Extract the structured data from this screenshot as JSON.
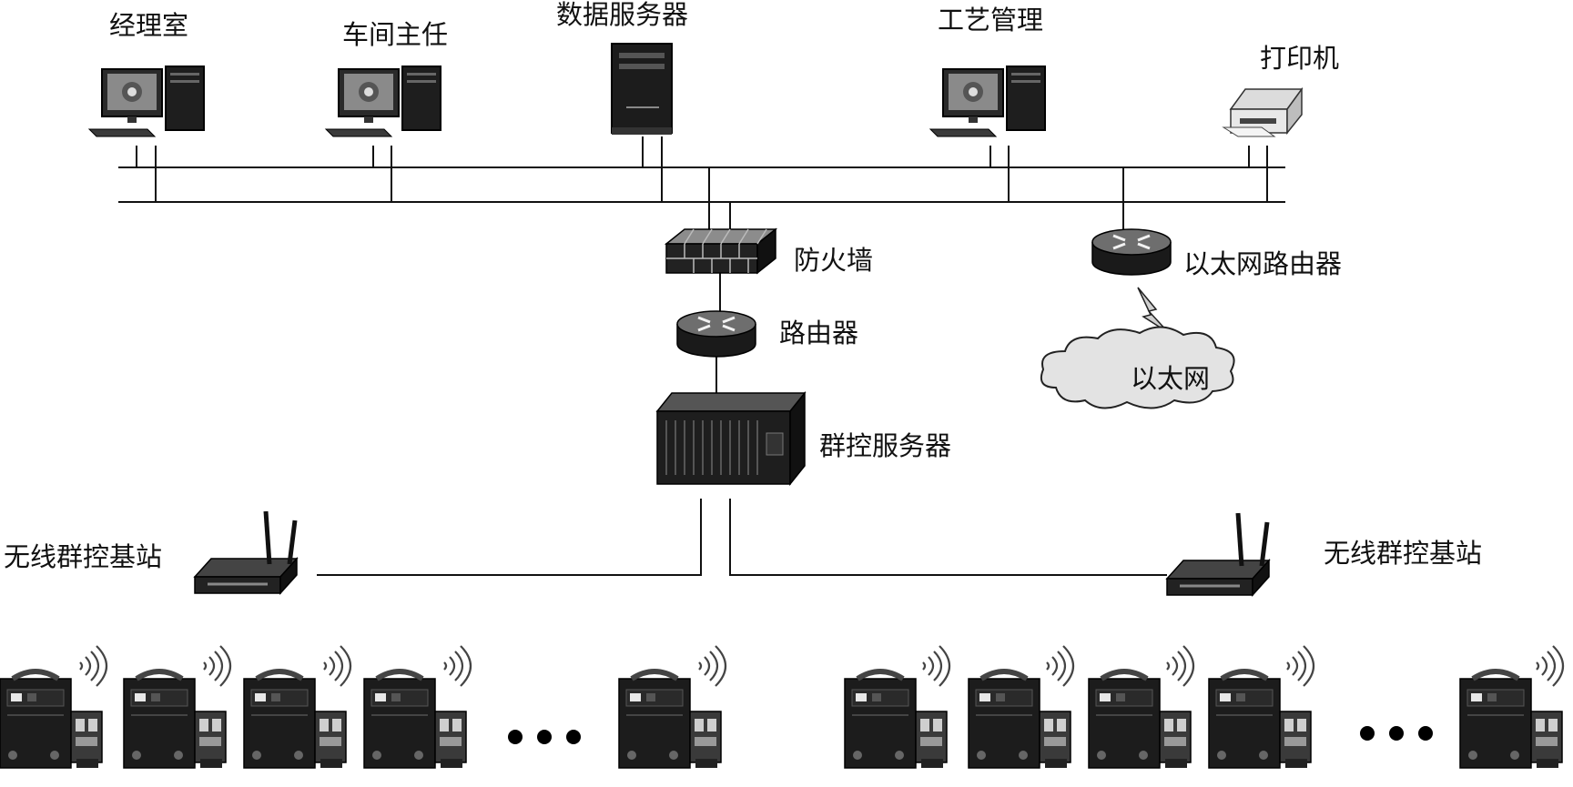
{
  "labels": {
    "manager_office": "经理室",
    "workshop_director": "车间主任",
    "data_server": "数据服务器",
    "process_management": "工艺管理",
    "printer": "打印机",
    "firewall": "防火墙",
    "ethernet_router": "以太网路由器",
    "router": "路由器",
    "ethernet": "以太网",
    "group_control_server": "群控服务器",
    "wireless_base_station_left": "无线群控基站",
    "wireless_base_station_right": "无线群控基站"
  },
  "icons": {
    "pc": "desktop-computer-icon",
    "server": "tower-server-icon",
    "printer": "printer-icon",
    "firewall": "firewall-icon",
    "router": "router-icon",
    "cloud": "cloud-icon",
    "wireless_ap": "wireless-access-point-icon",
    "welder": "welding-machine-icon",
    "lightning": "lightning-icon",
    "wifi": "wifi-signal-icon",
    "ellipsis": "ellipsis-icon"
  },
  "colors": {
    "line": "#111111",
    "device_dark": "#1c1c1c",
    "device_mid": "#5a5a5a",
    "cloud_fill": "#e3e3e3"
  }
}
